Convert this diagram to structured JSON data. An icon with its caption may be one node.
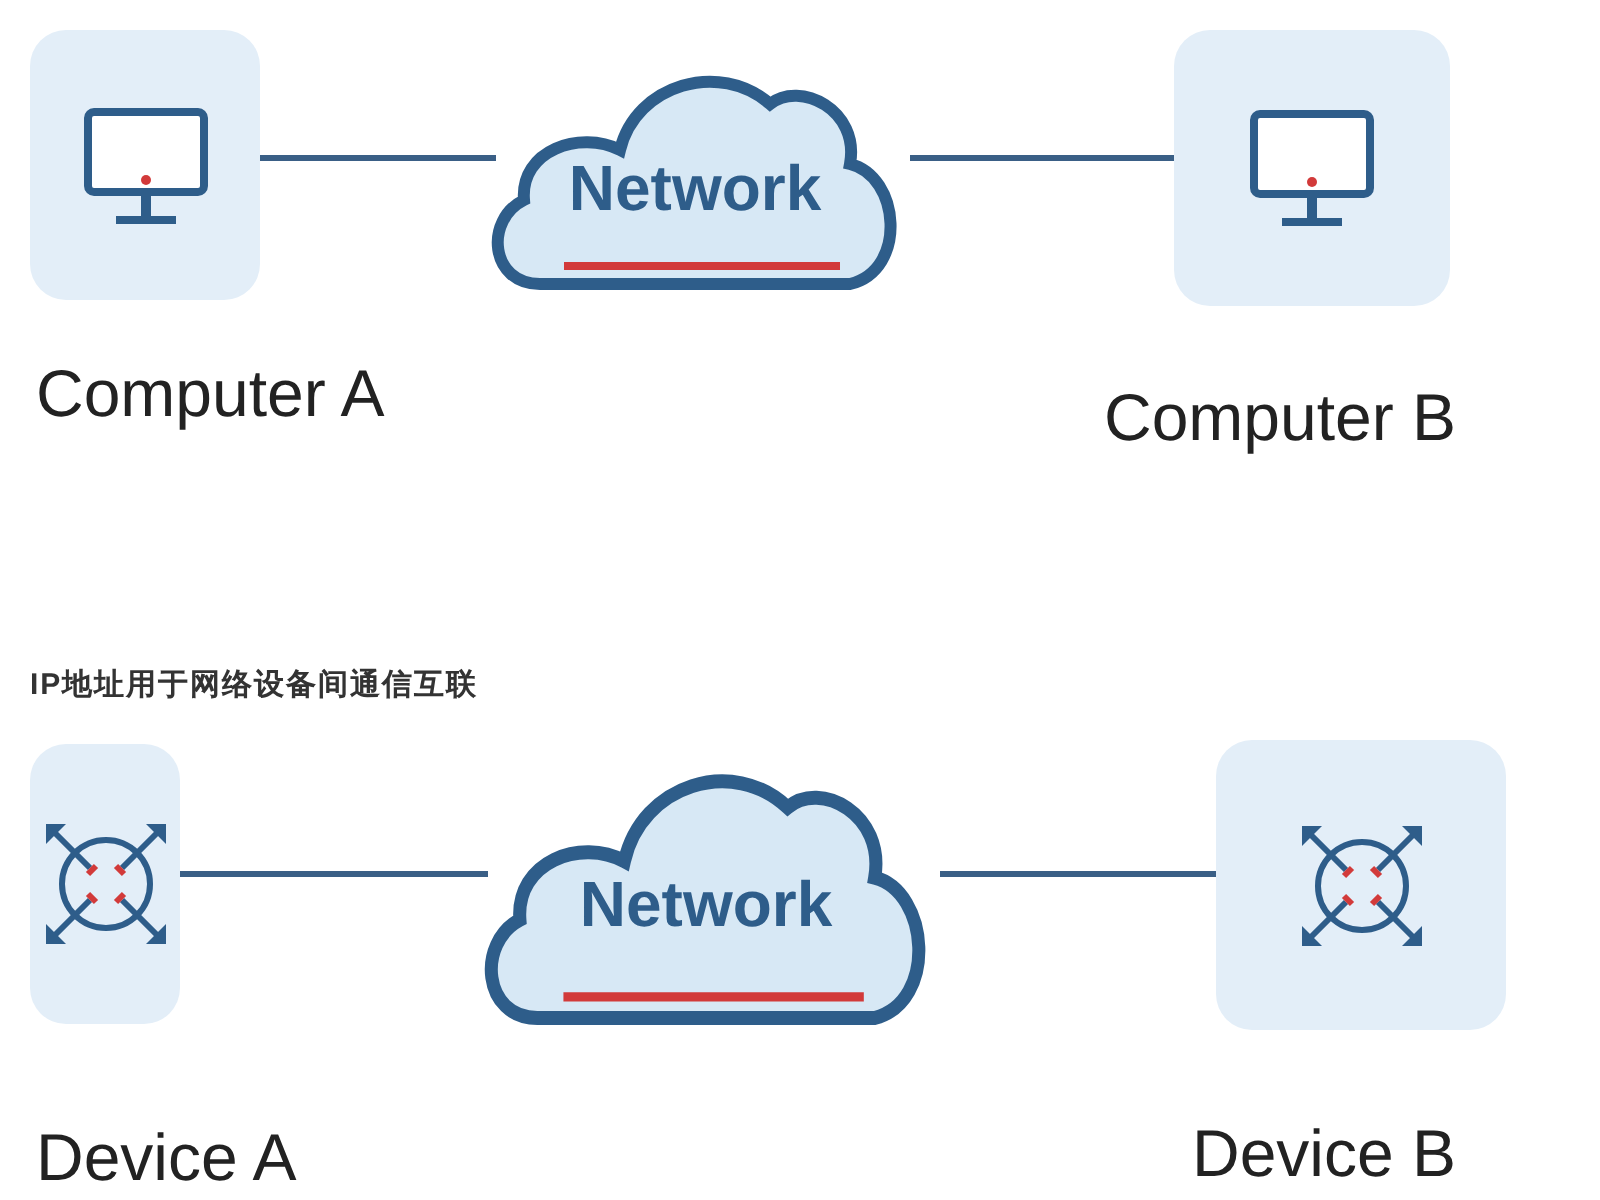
{
  "diagram": {
    "nodes": [
      {
        "text": [],
        "shape": "box",
        "beside": [
          "Computer A"
        ]
      },
      {
        "text": [
          "Network"
        ]
      },
      {
        "text": [],
        "shape": "box",
        "beside": [
          "Computer B"
        ]
      },
      {
        "text": [],
        "shape": "box",
        "beside": [
          "Device A"
        ]
      },
      {
        "text": [
          "Network"
        ]
      },
      {
        "text": [],
        "shape": "box",
        "beside": [
          "Device B"
        ]
      }
    ],
    "edges": [
      {
        "from": 0,
        "to": 1,
        "arrow": "none"
      },
      {
        "from": 1,
        "to": 2,
        "arrow": "none"
      },
      {
        "from": 3,
        "to": 4,
        "arrow": "none"
      },
      {
        "from": 4,
        "to": 5,
        "arrow": "none"
      }
    ],
    "labels": [
      "IP地址用于网络设备间通信互联"
    ]
  }
}
